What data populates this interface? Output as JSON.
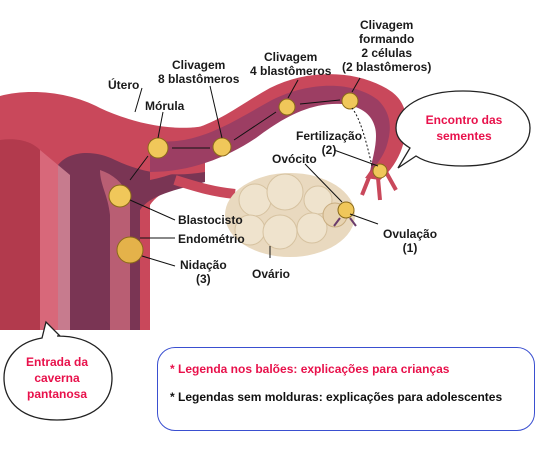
{
  "labels": {
    "utero": "Útero",
    "morula": "Mórula",
    "clivagem8": "Clivagem\n8 blastômeros",
    "clivagem4": "Clivagem\n4 blastômeros",
    "clivagem2": "Clivagem\nformando\n2 células\n(2 blastômeros)",
    "fertilizacao": "Fertilização\n(2)",
    "ovocito": "Ovócito",
    "blastocisto": "Blastocisto",
    "endometrio": "Endométrio",
    "nidacao": "Nidação\n(3)",
    "ovario": "Ovário",
    "ovulacao": "Ovulação\n(1)"
  },
  "bubbles": {
    "encontro": "Encontro das\nsementes",
    "entrada": "Entrada da\ncaverna\npantanosa"
  },
  "legend": {
    "line1": "* Legenda nos balões: explicações para crianças",
    "line2": "* Legendas sem molduras: explicações para adolescentes"
  },
  "colors": {
    "accent_red": "#e8114b",
    "legend_border": "#3a4fd0",
    "uterus_wall": "#c9485b",
    "uterus_inner": "#7a3554",
    "embryo": "#f0c75a"
  }
}
